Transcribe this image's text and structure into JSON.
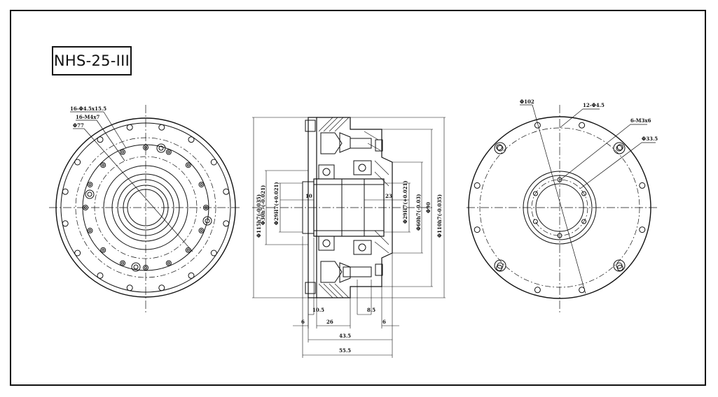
{
  "title": {
    "model": "NHS-25-III"
  },
  "left_view": {
    "labels": [
      "16-Φ4.5x15.5",
      "16-M4x7",
      "Φ77"
    ]
  },
  "section_view": {
    "vertical_dims": [
      "Φ115h7(-0.035)",
      "Φ30h7(-0.021)",
      "Φ29H7(+0.021)",
      "Φ29H7(+0.021)",
      "Φ60h7(-0.03)",
      "Φ90",
      "Φ110h7(-0.035)"
    ],
    "inner_dims": [
      "10",
      "23"
    ],
    "bottom_dims": [
      "10.5",
      "8.5",
      "6",
      "26",
      "6",
      "43.5",
      "55.5"
    ]
  },
  "right_view": {
    "labels": [
      "Φ102",
      "12-Φ4.5",
      "6-M3x6",
      "Φ33.5"
    ]
  },
  "colors": {
    "line": "#111111",
    "background": "#ffffff"
  }
}
